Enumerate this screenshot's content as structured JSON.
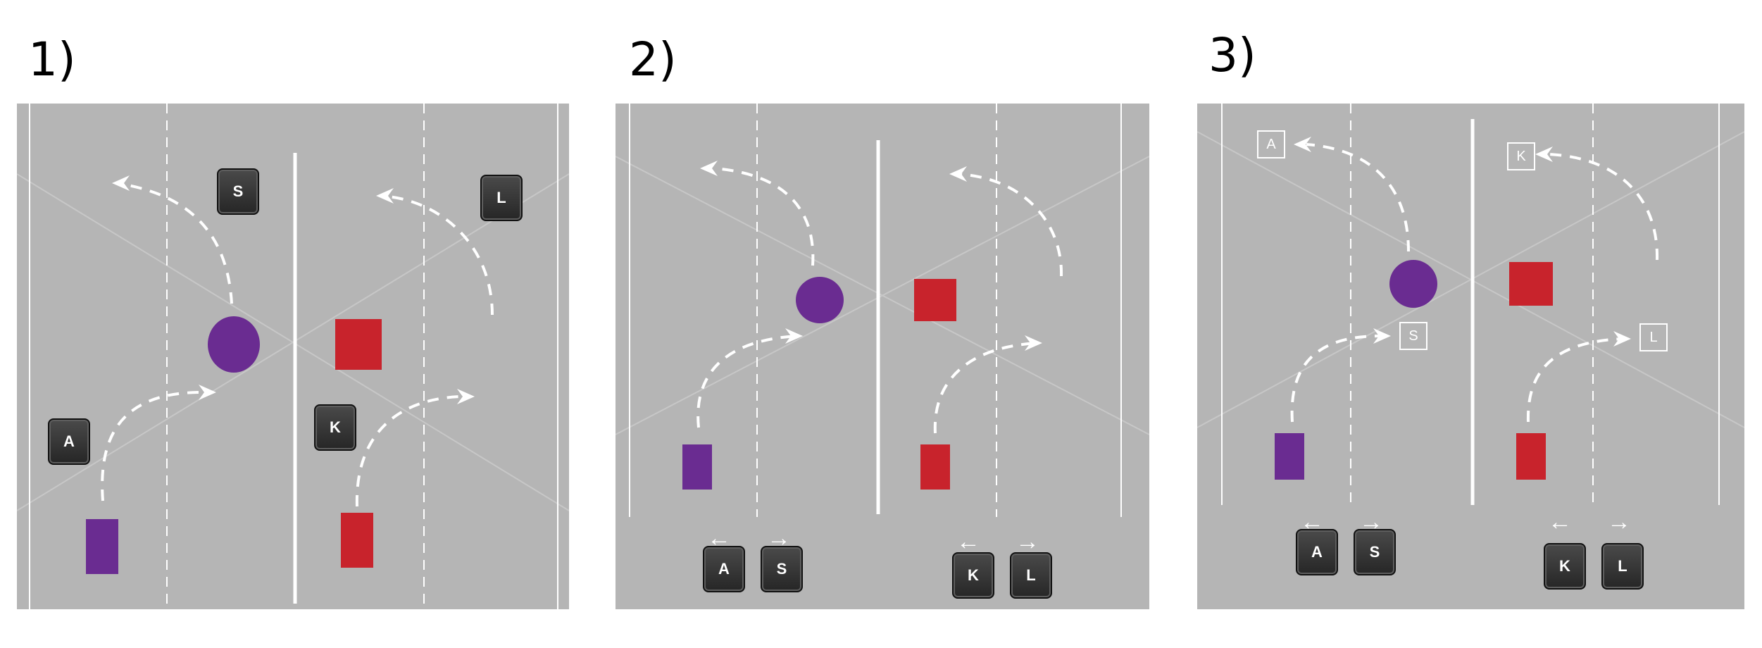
{
  "panels": [
    {
      "label": "1)",
      "keys": {
        "a": "A",
        "s": "S",
        "k": "K",
        "l": "L"
      }
    },
    {
      "label": "2)",
      "keys": {
        "a": "A",
        "s": "S",
        "k": "K",
        "l": "L"
      }
    },
    {
      "label": "3)",
      "keys": {
        "a": "A",
        "s": "S",
        "k": "K",
        "l": "L"
      }
    }
  ],
  "glyphs": {
    "left_arrow": "←",
    "right_arrow": "→"
  },
  "colors": {
    "background": "#b5b5b5",
    "purple": "#6a2c91",
    "red": "#c8232c",
    "white": "#ffffff"
  }
}
